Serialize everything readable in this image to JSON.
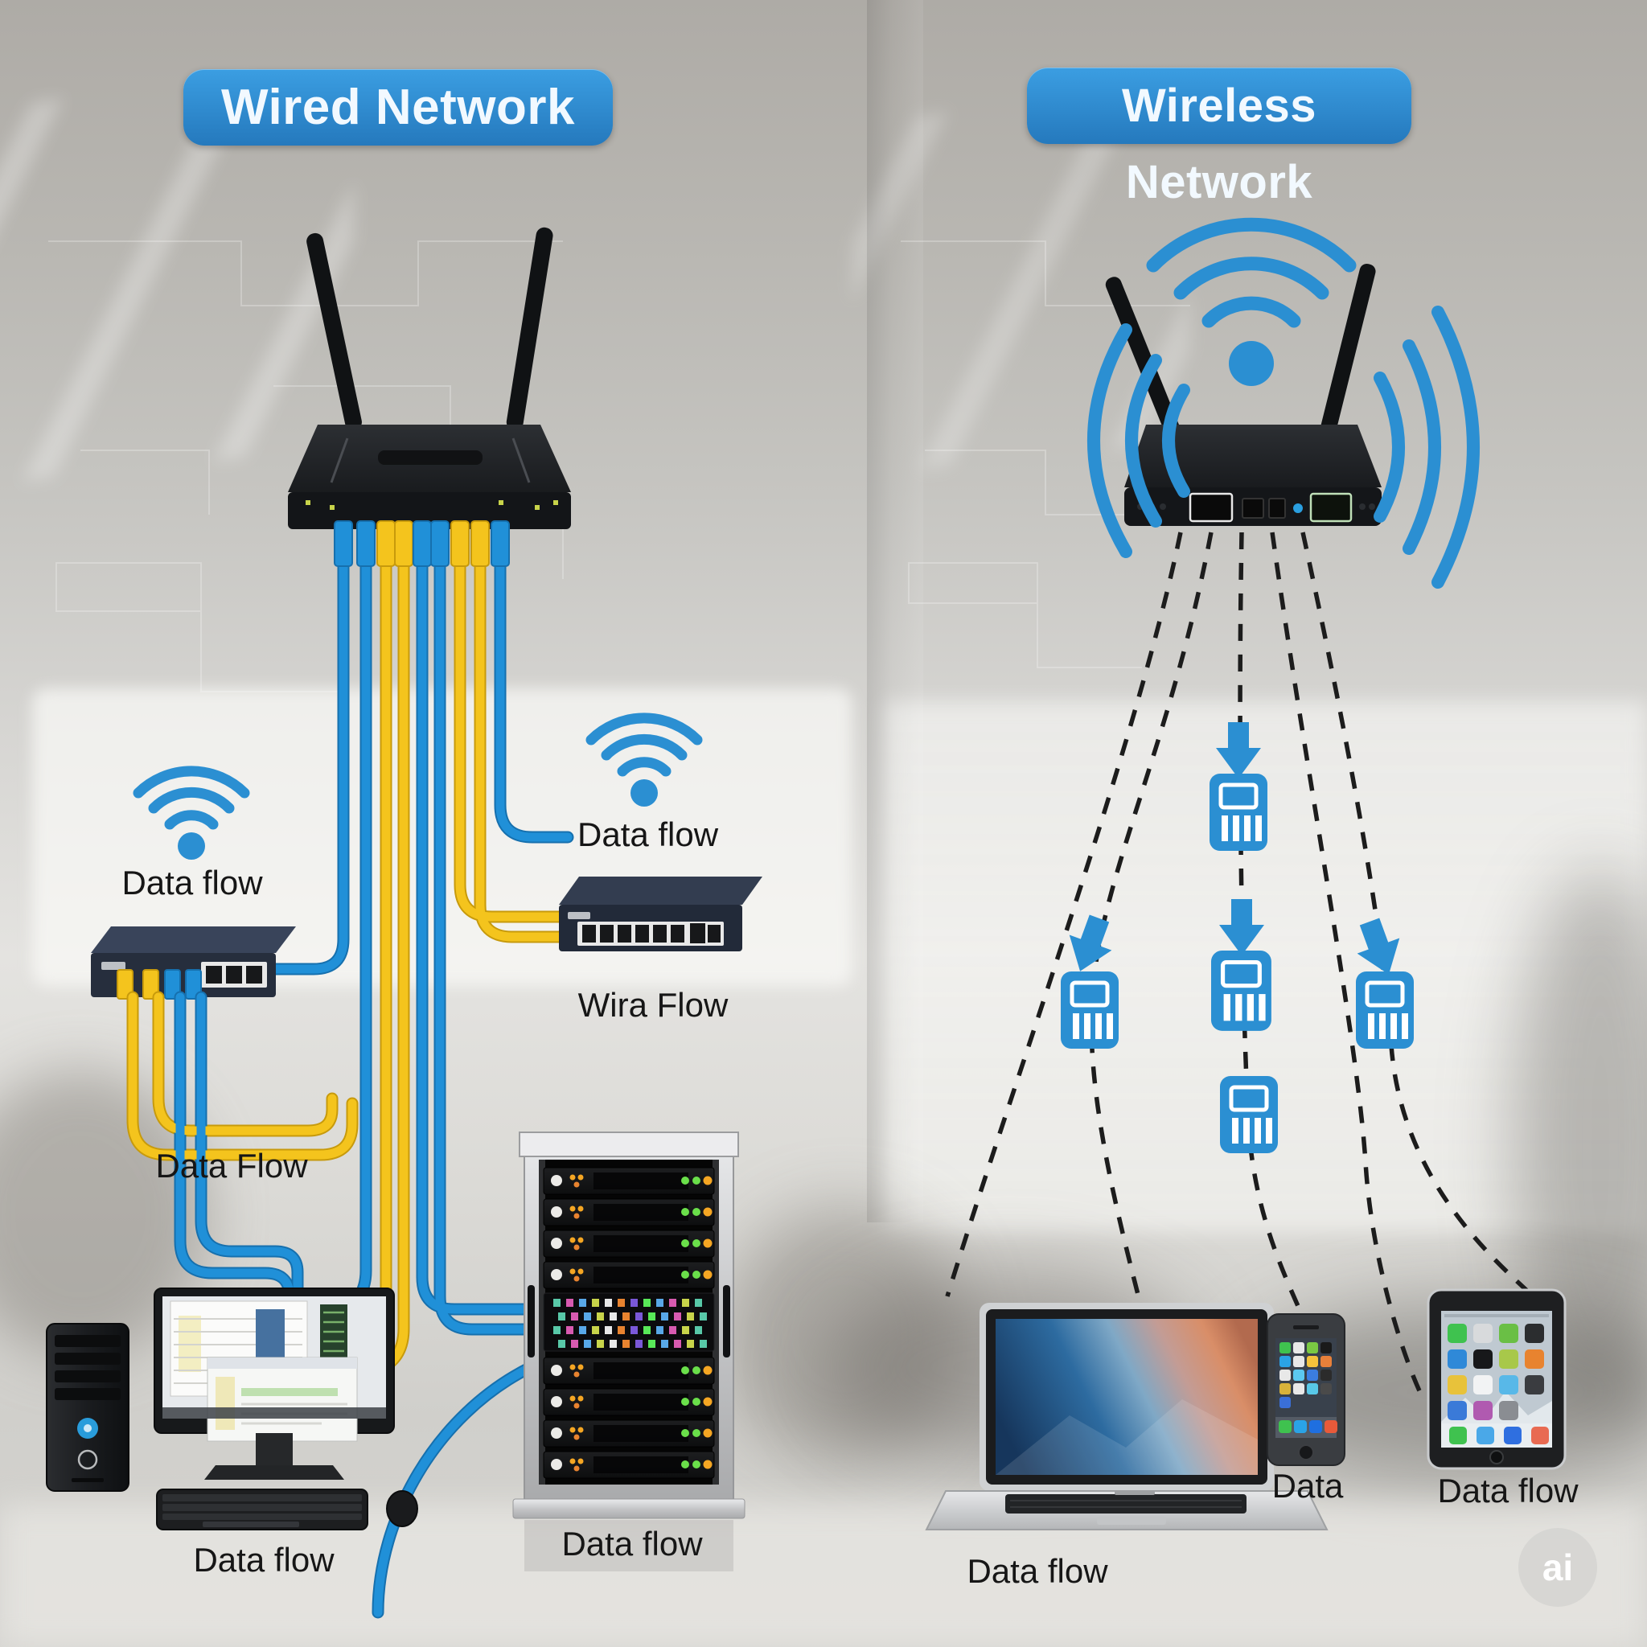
{
  "diagram": {
    "wired": {
      "title": "Wired Network",
      "labels": {
        "wifi_left": "Data flow",
        "wifi_right": "Data flow",
        "switch_under": "Data Flow",
        "switch_right_under": "Wira Flow",
        "rack_under": "Data flow",
        "workstation_under": "Data flow"
      }
    },
    "wireless": {
      "title": "Wireless Network",
      "labels": {
        "laptop_under": "Data flow",
        "phone_under": "Data",
        "tablet_under": "Data flow"
      }
    }
  },
  "watermark": {
    "text": "ai"
  },
  "icons": {
    "wifi": "wifi-icon",
    "arrow": "arrow-down-icon",
    "packet": "data-packet-icon",
    "watermark": "ai-watermark-icon"
  },
  "colors": {
    "accent-blue": "#2b8fd2",
    "cable-blue": "#2090d8",
    "cable-blue-dark": "#1670ae",
    "cable-yellow": "#f4c41d",
    "cable-yellow-dark": "#c79a0c",
    "badge-top": "#3b9ee2",
    "badge-bottom": "#2579bd",
    "label-ink": "#161616",
    "dash-ink": "#1c1c1c"
  }
}
